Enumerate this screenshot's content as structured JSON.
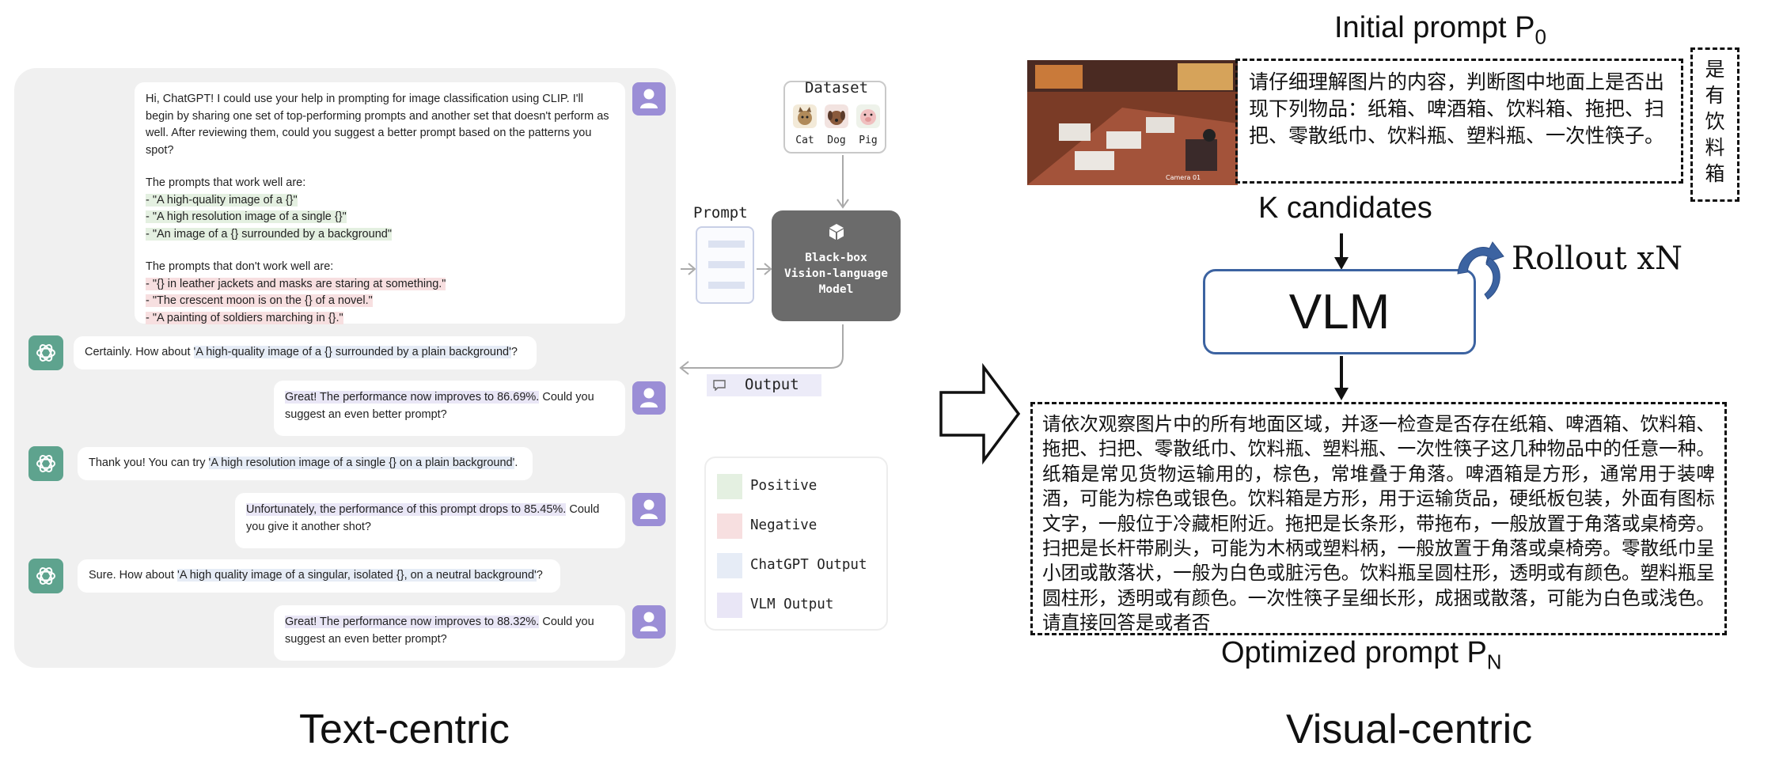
{
  "chat": {
    "msg1": {
      "intro": "Hi, ChatGPT! I could use your help in prompting for image classification using CLIP. I'll begin by sharing one set of top-performing prompts and another set that doesn't perform as well. After reviewing them, could you suggest a better prompt based on the patterns you spot?",
      "good_header": "The prompts that work well are:",
      "good": [
        "- \"A high-quality image of a {}\"",
        "- \"A high resolution image of a single {}\"",
        "- \"An image of a {} surrounded by a background\""
      ],
      "bad_header": "The prompts that don't work well are:",
      "bad": [
        "- \"{} in leather jackets and masks are staring at something.\"",
        "- \"The crescent moon is on the {} of a novel.\"",
        "- \"A painting of soldiers marching in {}.\""
      ]
    },
    "msg2": {
      "pre": "Certainly. How about ",
      "hl": "'A high-quality image of a {} surrounded by a plain background'",
      "post": "?"
    },
    "msg3": {
      "hl": "Great! The performance now improves to 86.69%.",
      "post": " Could you suggest an even better prompt?"
    },
    "msg4": {
      "pre": "Thank you! You can try ",
      "hl": "'A high resolution image of a single {} on a plain background'",
      "post": "."
    },
    "msg5": {
      "hl": "Unfortunately, the performance of this prompt drops to 85.45%.",
      "post": " Could you give it another shot?"
    },
    "msg6": {
      "pre": "Sure. How about ",
      "hl": "'A high quality image of a singular, isolated {}, on a neutral background'",
      "post": "?"
    },
    "msg7": {
      "hl": "Great! The performance now improves to 88.32%.",
      "post": " Could you suggest an even better prompt?"
    }
  },
  "pipeline": {
    "dataset_title": "Dataset",
    "animals": [
      "Cat",
      "Dog",
      "Pig"
    ],
    "prompt_label": "Prompt",
    "model_label_lines": [
      "Black-box",
      "Vision-language",
      "Model"
    ],
    "output_label": "Output"
  },
  "legend": [
    {
      "label": "Positive",
      "color": "#e4f0e1"
    },
    {
      "label": "Negative",
      "color": "#f7dfe0"
    },
    {
      "label": "ChatGPT Output",
      "color": "#e6ecf6"
    },
    {
      "label": "VLM Output",
      "color": "#e9e6f6"
    }
  ],
  "visual": {
    "initial_label": "Initial prompt P",
    "initial_sub": "0",
    "initial_text": "请仔细理解图片的内容，判断图中地面上是否出现下列物品：纸箱、啤酒箱、饮料箱、拖把、扫把、零散纸巾、饮料瓶、塑料瓶、一次性筷子。",
    "vertical_chars": [
      "是",
      "有",
      "饮",
      "料",
      "箱"
    ],
    "k_candidates": "K candidates",
    "vlm": "VLM",
    "rollout": "Rollout xN",
    "optimized_text": "请依次观察图片中的所有地面区域，并逐一检查是否存在纸箱、啤酒箱、饮料箱、拖把、扫把、零散纸巾、饮料瓶、塑料瓶、一次性筷子这几种物品中的任意一种。纸箱是常见货物运输用的，棕色，常堆叠于角落。啤酒箱是方形，通常用于装啤酒，可能为棕色或银色。饮料箱是方形，用于运输货品，硬纸板包装，外面有图标文字，一般位于冷藏柜附近。拖把是长条形，带拖布，一般放置于角落或桌椅旁。扫把是长杆带刷头，可能为木柄或塑料柄，一般放置于角落或桌椅旁。零散纸巾呈小团或散落状，一般为白色或脏污色。饮料瓶呈圆柱形，透明或有颜色。塑料瓶呈圆柱形，透明或有颜色。一次性筷子呈细长形，成捆或散落，可能为白色或浅色。请直接回答是或者否",
    "optimized_label": "Optimized prompt P",
    "optimized_sub": "N",
    "camera_text": "Camera 01"
  },
  "captions": {
    "left": "Text-centric",
    "right": "Visual-centric"
  }
}
